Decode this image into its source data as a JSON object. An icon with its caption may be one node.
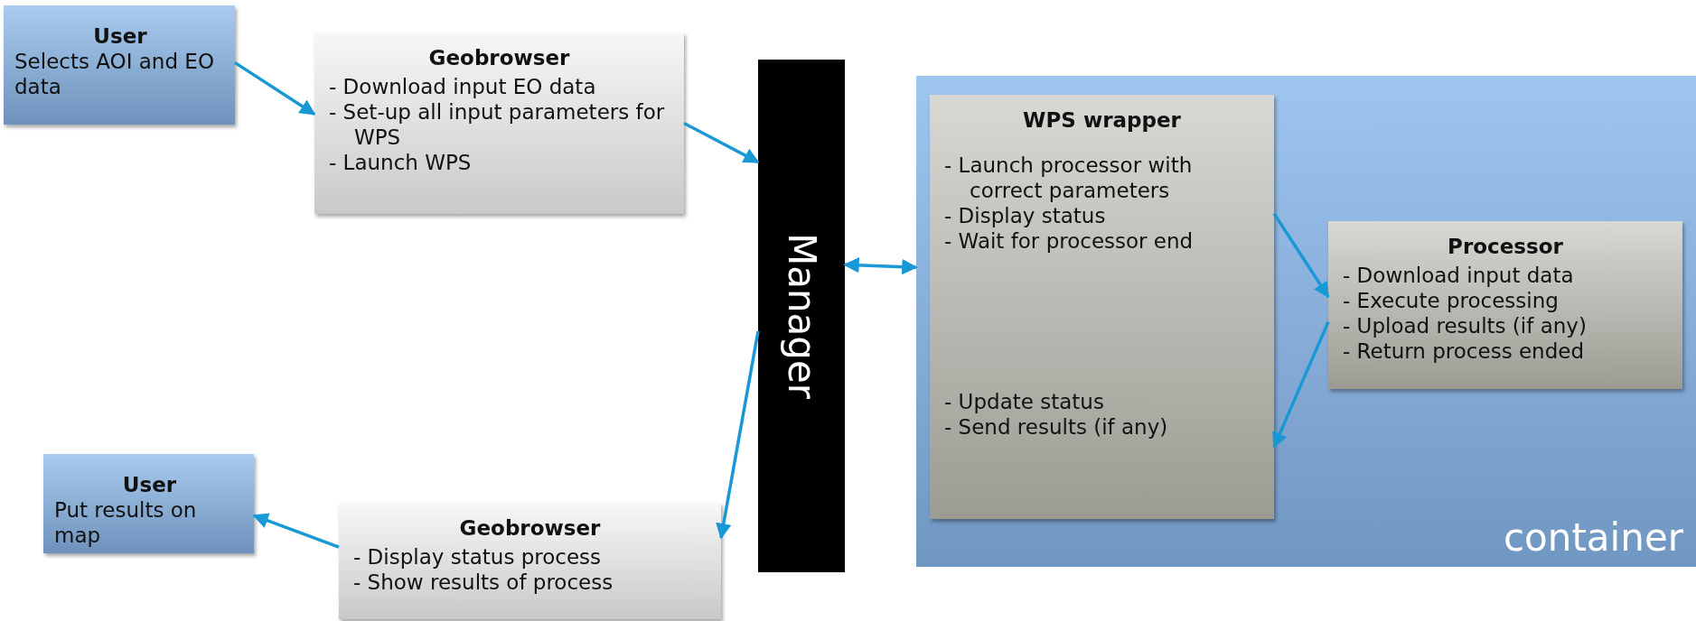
{
  "diagram": {
    "nodes": [
      {
        "text": [
          "User",
          "Selects AOI and EO data"
        ]
      },
      {
        "text": [
          "Geobrowser",
          "- Download input EO data",
          "- Set-up all input parameters for WPS",
          "- Launch WPS"
        ]
      },
      {
        "text": [
          "Manager"
        ]
      },
      {
        "text": [
          "container"
        ]
      },
      {
        "text": [
          "WPS wrapper",
          "- Launch processor with correct parameters",
          "- Display status",
          "- Wait for processor end",
          "- Update status",
          "- Send results (if any)"
        ],
        "in": 3
      },
      {
        "text": [
          "Processor",
          "- Download input data",
          "- Execute processing",
          "- Upload results (if any)",
          "- Return process ended"
        ],
        "in": 3
      },
      {
        "text": [
          "User",
          "Put results on map"
        ]
      },
      {
        "text": [
          "Geobrowser",
          "- Display status process",
          "- Show results of process"
        ]
      }
    ],
    "edges": [
      {
        "from": 0,
        "to": 1,
        "arrow": "to"
      },
      {
        "from": 1,
        "to": 2,
        "arrow": "to"
      },
      {
        "from": 2,
        "to": 3,
        "arrow": "both"
      },
      {
        "from": 4,
        "to": 5,
        "arrow": "to"
      },
      {
        "from": 5,
        "to": 4,
        "arrow": "to"
      },
      {
        "from": 2,
        "to": 7,
        "arrow": "to"
      },
      {
        "from": 7,
        "to": 6,
        "arrow": "to"
      }
    ]
  }
}
